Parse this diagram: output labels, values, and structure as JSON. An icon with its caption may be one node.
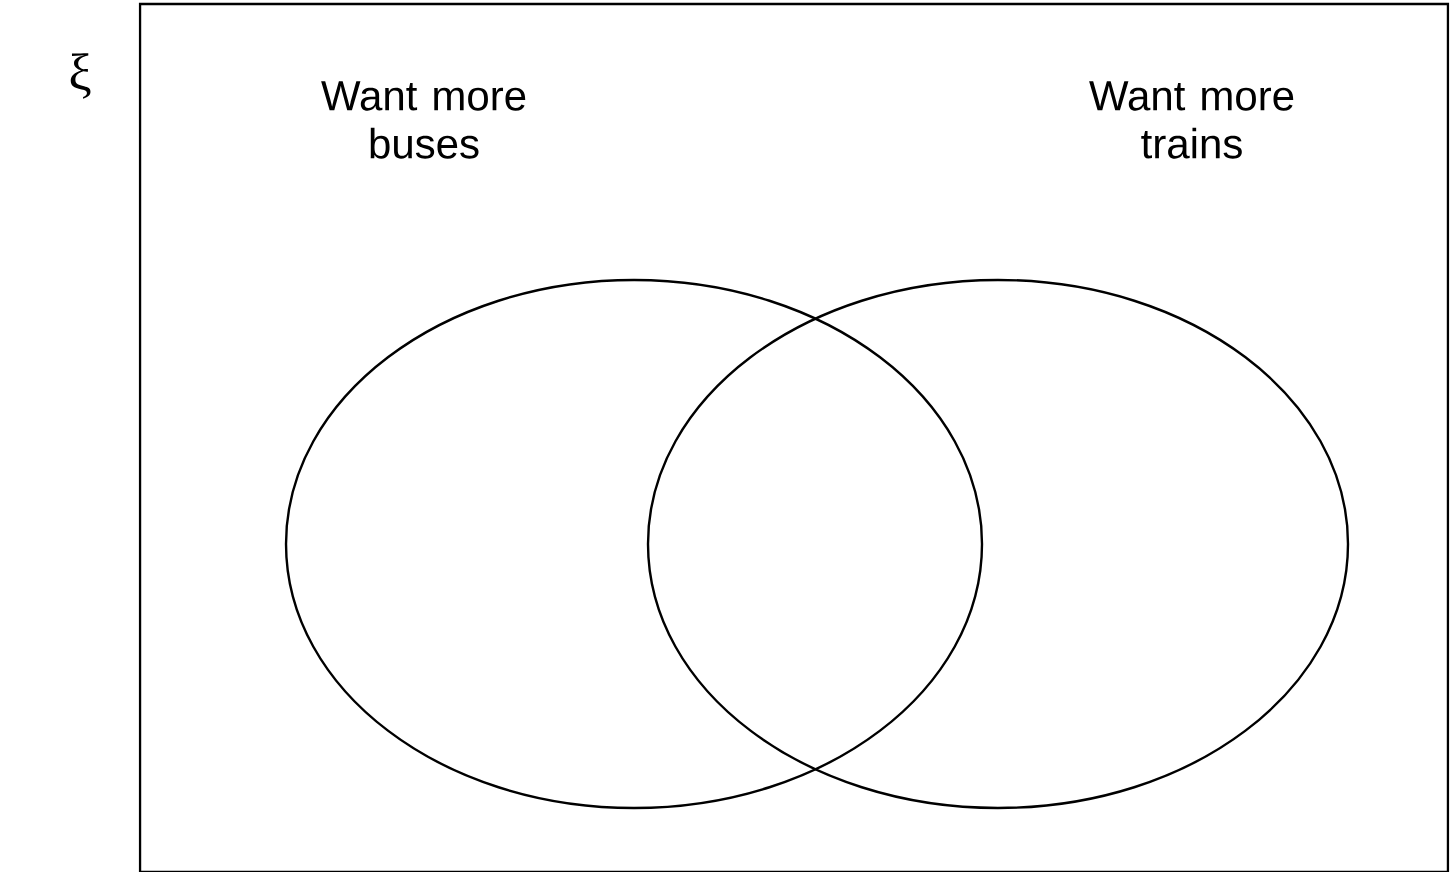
{
  "diagram": {
    "nodes": [
      {
        "text": [],
        "shape": "box",
        "beside": [
          "ξ"
        ]
      },
      {
        "text": [
          "Want more buses"
        ],
        "in": 0
      },
      {
        "text": [
          "Want more trains"
        ],
        "in": 0
      }
    ]
  }
}
